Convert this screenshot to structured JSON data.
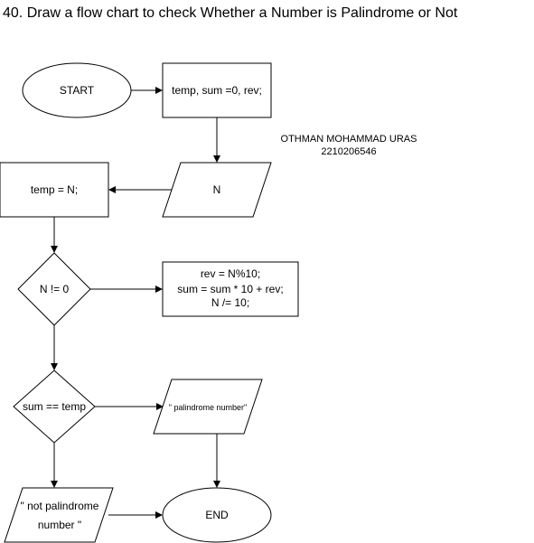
{
  "diagram": {
    "title": "40. Draw a flow chart to check Whether a Number is Palindrome or Not",
    "author": {
      "name": "OTHMAN MOHAMMAD URAS",
      "id": "2210206546"
    },
    "nodes": {
      "start": "START",
      "init": "temp, sum =0, rev;",
      "input_n": "N",
      "assign_temp": "temp = N;",
      "loop_cond": "N != 0",
      "loop_body": [
        "rev = N%10;",
        "sum = sum * 10 + rev;",
        "N /= 10;"
      ],
      "compare": "sum == temp",
      "out_yes": "\" palindrome number\"",
      "out_no": [
        "\" not palindrome",
        "number \""
      ],
      "end": "END"
    },
    "colors": {
      "stroke": "#000000",
      "fill": "#ffffff",
      "text": "#000000"
    }
  }
}
